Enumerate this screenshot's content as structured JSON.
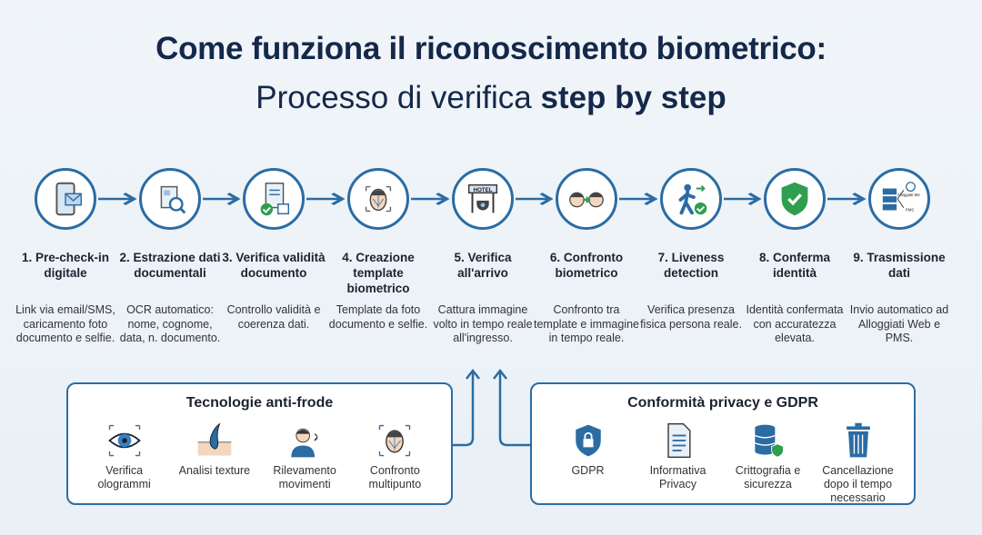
{
  "title": {
    "line1": "Come funziona il riconoscimento biometrico:",
    "line2_regular": "Processo di verifica ",
    "line2_bold": "step by step"
  },
  "steps": [
    {
      "title": "1. Pre-check-in digitale",
      "desc": "Link via email/SMS, caricamento foto documento e selfie.",
      "icon": "phone-mail-icon"
    },
    {
      "title": "2. Estrazione dati documentali",
      "desc": "OCR automatico: nome, cognome, data, n. documento.",
      "icon": "document-scan-icon"
    },
    {
      "title": "3. Verifica validità documento",
      "desc": "Controllo validità e coerenza dati.",
      "icon": "document-check-icon"
    },
    {
      "title": "4. Creazione template biometrico",
      "desc": "Template da foto documento e selfie.",
      "icon": "face-scan-icon"
    },
    {
      "title": "5. Verifica all'arrivo",
      "desc": "Cattura immagine volto in tempo reale all'ingresso.",
      "icon": "hotel-camera-icon",
      "sign": "HOTEL"
    },
    {
      "title": "6. Confronto biometrico",
      "desc": "Confronto tra template e immagine in tempo reale.",
      "icon": "face-compare-icon"
    },
    {
      "title": "7. Liveness detection",
      "desc": "Verifica presenza fisica persona reale.",
      "icon": "person-walking-icon"
    },
    {
      "title": "8. Conferma identità",
      "desc": "Identità confermata con accuratezza elevata.",
      "icon": "shield-check-icon"
    },
    {
      "title": "9. Trasmissione dati",
      "desc": "Invio automatico ad Alloggiati Web e PMS.",
      "icon": "server-transmit-icon",
      "labels": [
        "Alloggiati Web",
        "PMS"
      ]
    }
  ],
  "antifraud": {
    "title": "Tecnologie anti-frode",
    "items": [
      {
        "label": "Verifica ologrammi",
        "icon": "eye-scan-icon"
      },
      {
        "label": "Analisi texture",
        "icon": "skin-texture-icon"
      },
      {
        "label": "Rilevamento movimenti",
        "icon": "head-turn-icon"
      },
      {
        "label": "Confronto multipunto",
        "icon": "face-mesh-icon"
      }
    ]
  },
  "privacy": {
    "title": "Conformità privacy e GDPR",
    "items": [
      {
        "label": "GDPR",
        "icon": "shield-lock-icon"
      },
      {
        "label": "Informativa Privacy",
        "icon": "document-icon"
      },
      {
        "label": "Crittografia e sicurezza",
        "icon": "database-shield-icon"
      },
      {
        "label": "Cancellazione dopo il tempo necessario",
        "icon": "trash-icon"
      }
    ]
  },
  "colors": {
    "accent": "#2b6ca3",
    "title": "#14284a",
    "success": "#2e9e4f"
  }
}
